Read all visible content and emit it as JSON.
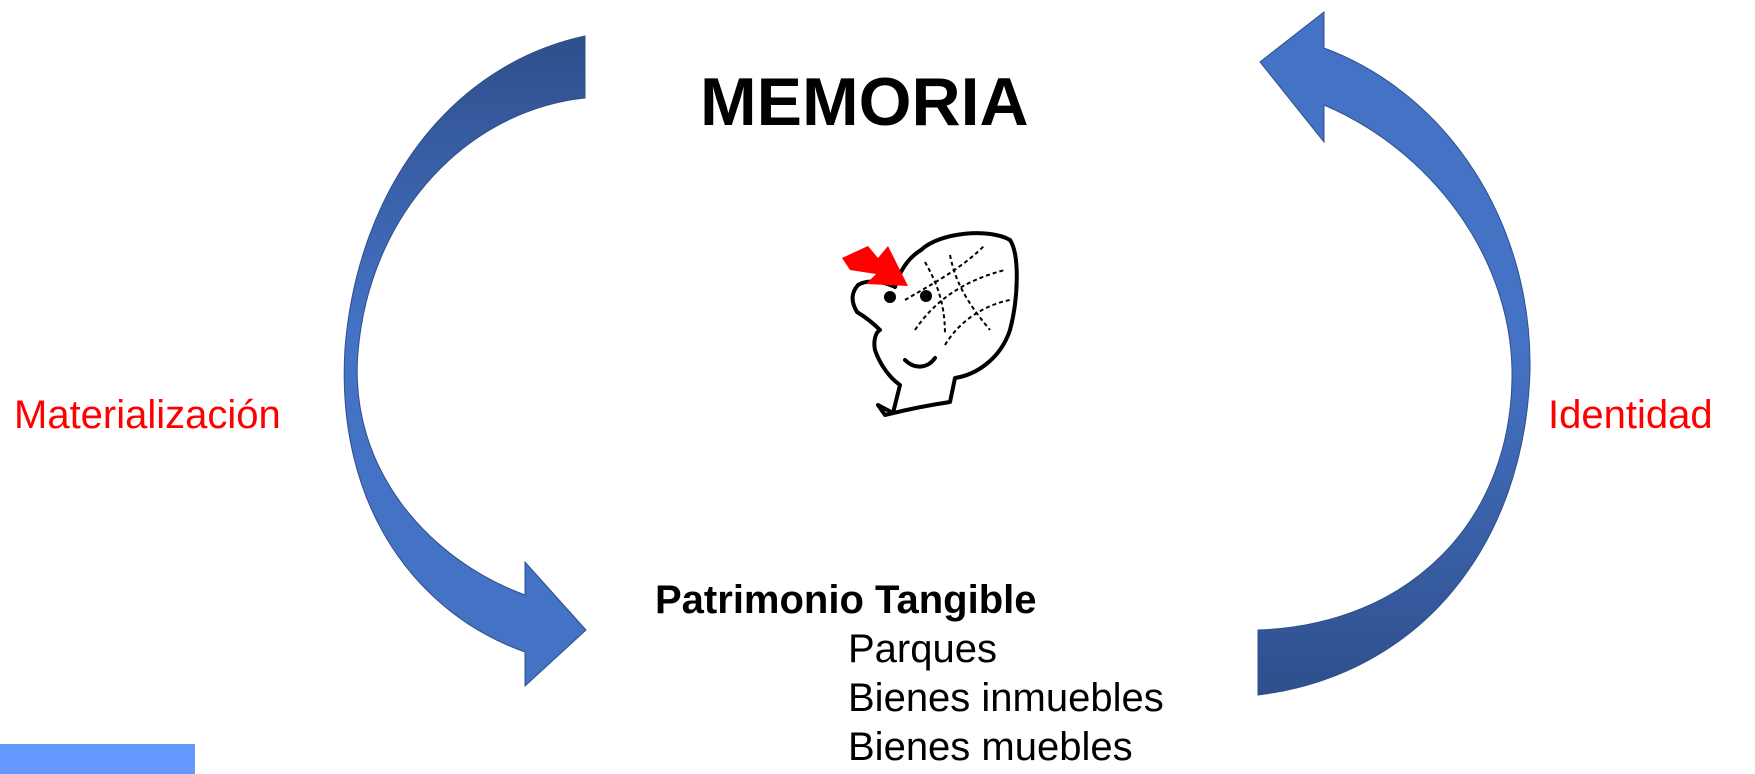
{
  "title": "MEMORIA",
  "left_label": "Materialización",
  "right_label": "Identidad",
  "heritage": {
    "heading": "Patrimonio Tangible",
    "items": [
      "Parques",
      "Bienes inmuebles",
      "Bienes muebles"
    ]
  },
  "colors": {
    "arrow_dark": "#2F4F8C",
    "arrow_light": "#4472C4",
    "label_text": "#FF0000",
    "pointer_arrow": "#FF0000",
    "corner_box": "#6699FF",
    "text": "#000000"
  },
  "icons": {
    "head": "head-with-brain-icon",
    "pointer": "red-pointer-arrow-icon"
  }
}
